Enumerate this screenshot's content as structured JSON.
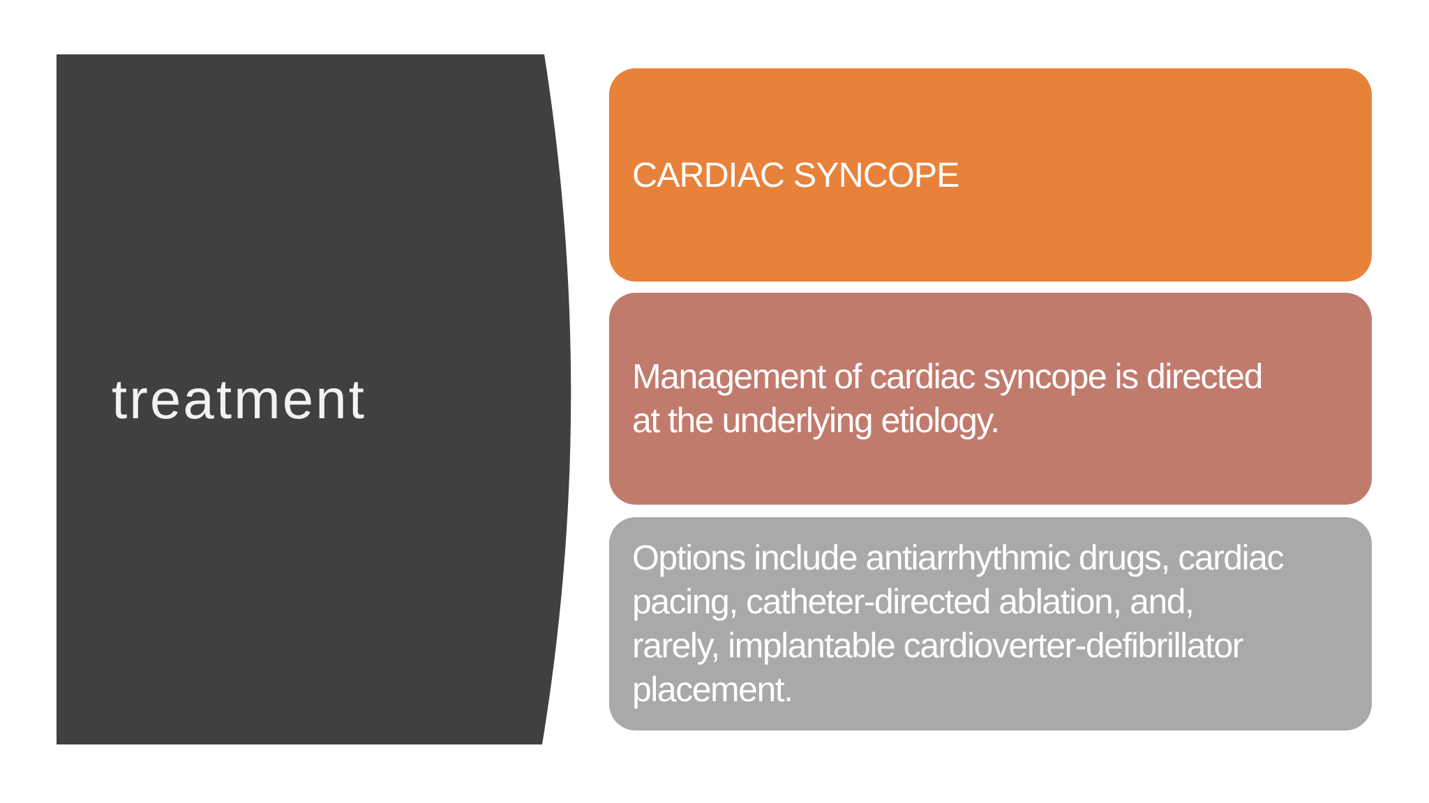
{
  "slide": {
    "background": "#FFFFFF",
    "title_panel": {
      "label": "treatment",
      "fill": "#404040",
      "text_color": "#F2F2F2"
    },
    "cards": [
      {
        "name": "cardiac-syncope-header",
        "fill": "#E8813A",
        "text_color": "#FFFFFF",
        "lines": [
          "CARDIAC SYNCOPE"
        ]
      },
      {
        "name": "management-note",
        "fill": "#C17B6D",
        "text_color": "#FFFFFF",
        "lines": [
          "Management of cardiac syncope is directed",
          "at the underlying etiology."
        ]
      },
      {
        "name": "options-note",
        "fill": "#A9A9A9",
        "text_color": "#FFFFFF",
        "lines": [
          "Options include antiarrhythmic drugs, cardiac",
          "pacing, catheter-directed ablation, and,",
          "rarely, implantable cardioverter-defibrillator",
          "placement."
        ]
      }
    ]
  }
}
